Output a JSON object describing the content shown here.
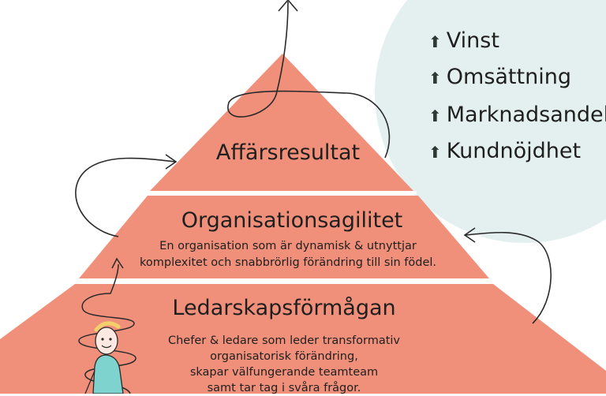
{
  "pyramid": {
    "top": {
      "label": "Affärsresultat"
    },
    "middle": {
      "label": "Organisationsagilitet",
      "description": [
        "En organisation som är dynamisk & utnyttjar",
        "komplexitet och snabbrörlig förändring till sin födel."
      ]
    },
    "bottom": {
      "label": "Ledarskapsförmågan",
      "description": [
        "Chefer & ledare som leder transformativ",
        "organisatorisk förändring,",
        "skapar välfungerande teamteam",
        "samt tar tag i svåra frågor."
      ]
    }
  },
  "outcomes": {
    "icon": "up-arrow-icon",
    "items": [
      "Vinst",
      "Omsättning",
      "Marknadsandel",
      "Kundnöjdhet"
    ]
  },
  "colors": {
    "pyramid": "#f0907a",
    "circle": "#e4f0ef",
    "line": "#2a2a2a",
    "figure_body": "#7fd3cf",
    "figure_hair": "#f2d06b"
  }
}
